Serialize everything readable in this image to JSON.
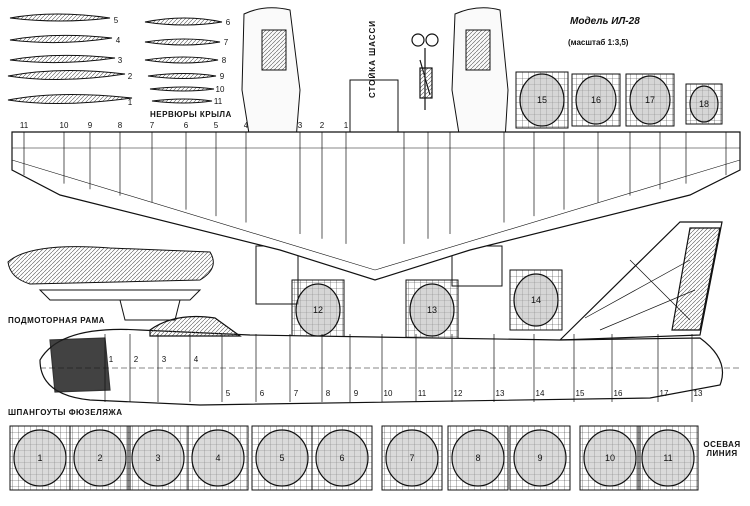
{
  "title": "Модель ИЛ-28",
  "scale_note": "(масштаб 1:3,5)",
  "labels": {
    "wing_ribs": "НЕРВЮРЫ КРЫЛА",
    "engine_mount": "ПОДМОТОРНАЯ РАМА",
    "fuselage_frames": "ШПАНГОУТЫ ФЮЗЕЛЯЖА",
    "landing_gear": "СТОЙКА ШАССИ",
    "axis_line": "ОСЕВАЯ ЛИНИЯ"
  },
  "wing_rib_numbers": [
    "1",
    "2",
    "3",
    "4",
    "5",
    "6",
    "7",
    "8",
    "9",
    "10",
    "11"
  ],
  "wing_station_numbers": [
    "11",
    "10",
    "9",
    "8",
    "7",
    "6",
    "5",
    "4",
    "3",
    "2",
    "1"
  ],
  "nacelle_frame_numbers": [
    "12",
    "13",
    "14"
  ],
  "top_frame_numbers": [
    "15",
    "16",
    "17",
    "18"
  ],
  "fuselage_station_numbers": [
    "1",
    "2",
    "3",
    "4",
    "5",
    "6",
    "7",
    "8",
    "9",
    "10",
    "11",
    "12",
    "13",
    "14",
    "15",
    "16",
    "17",
    "13"
  ],
  "fuselage_frame_numbers": [
    "1",
    "2",
    "3",
    "4",
    "5",
    "6",
    "7",
    "8",
    "9",
    "10",
    "11"
  ]
}
